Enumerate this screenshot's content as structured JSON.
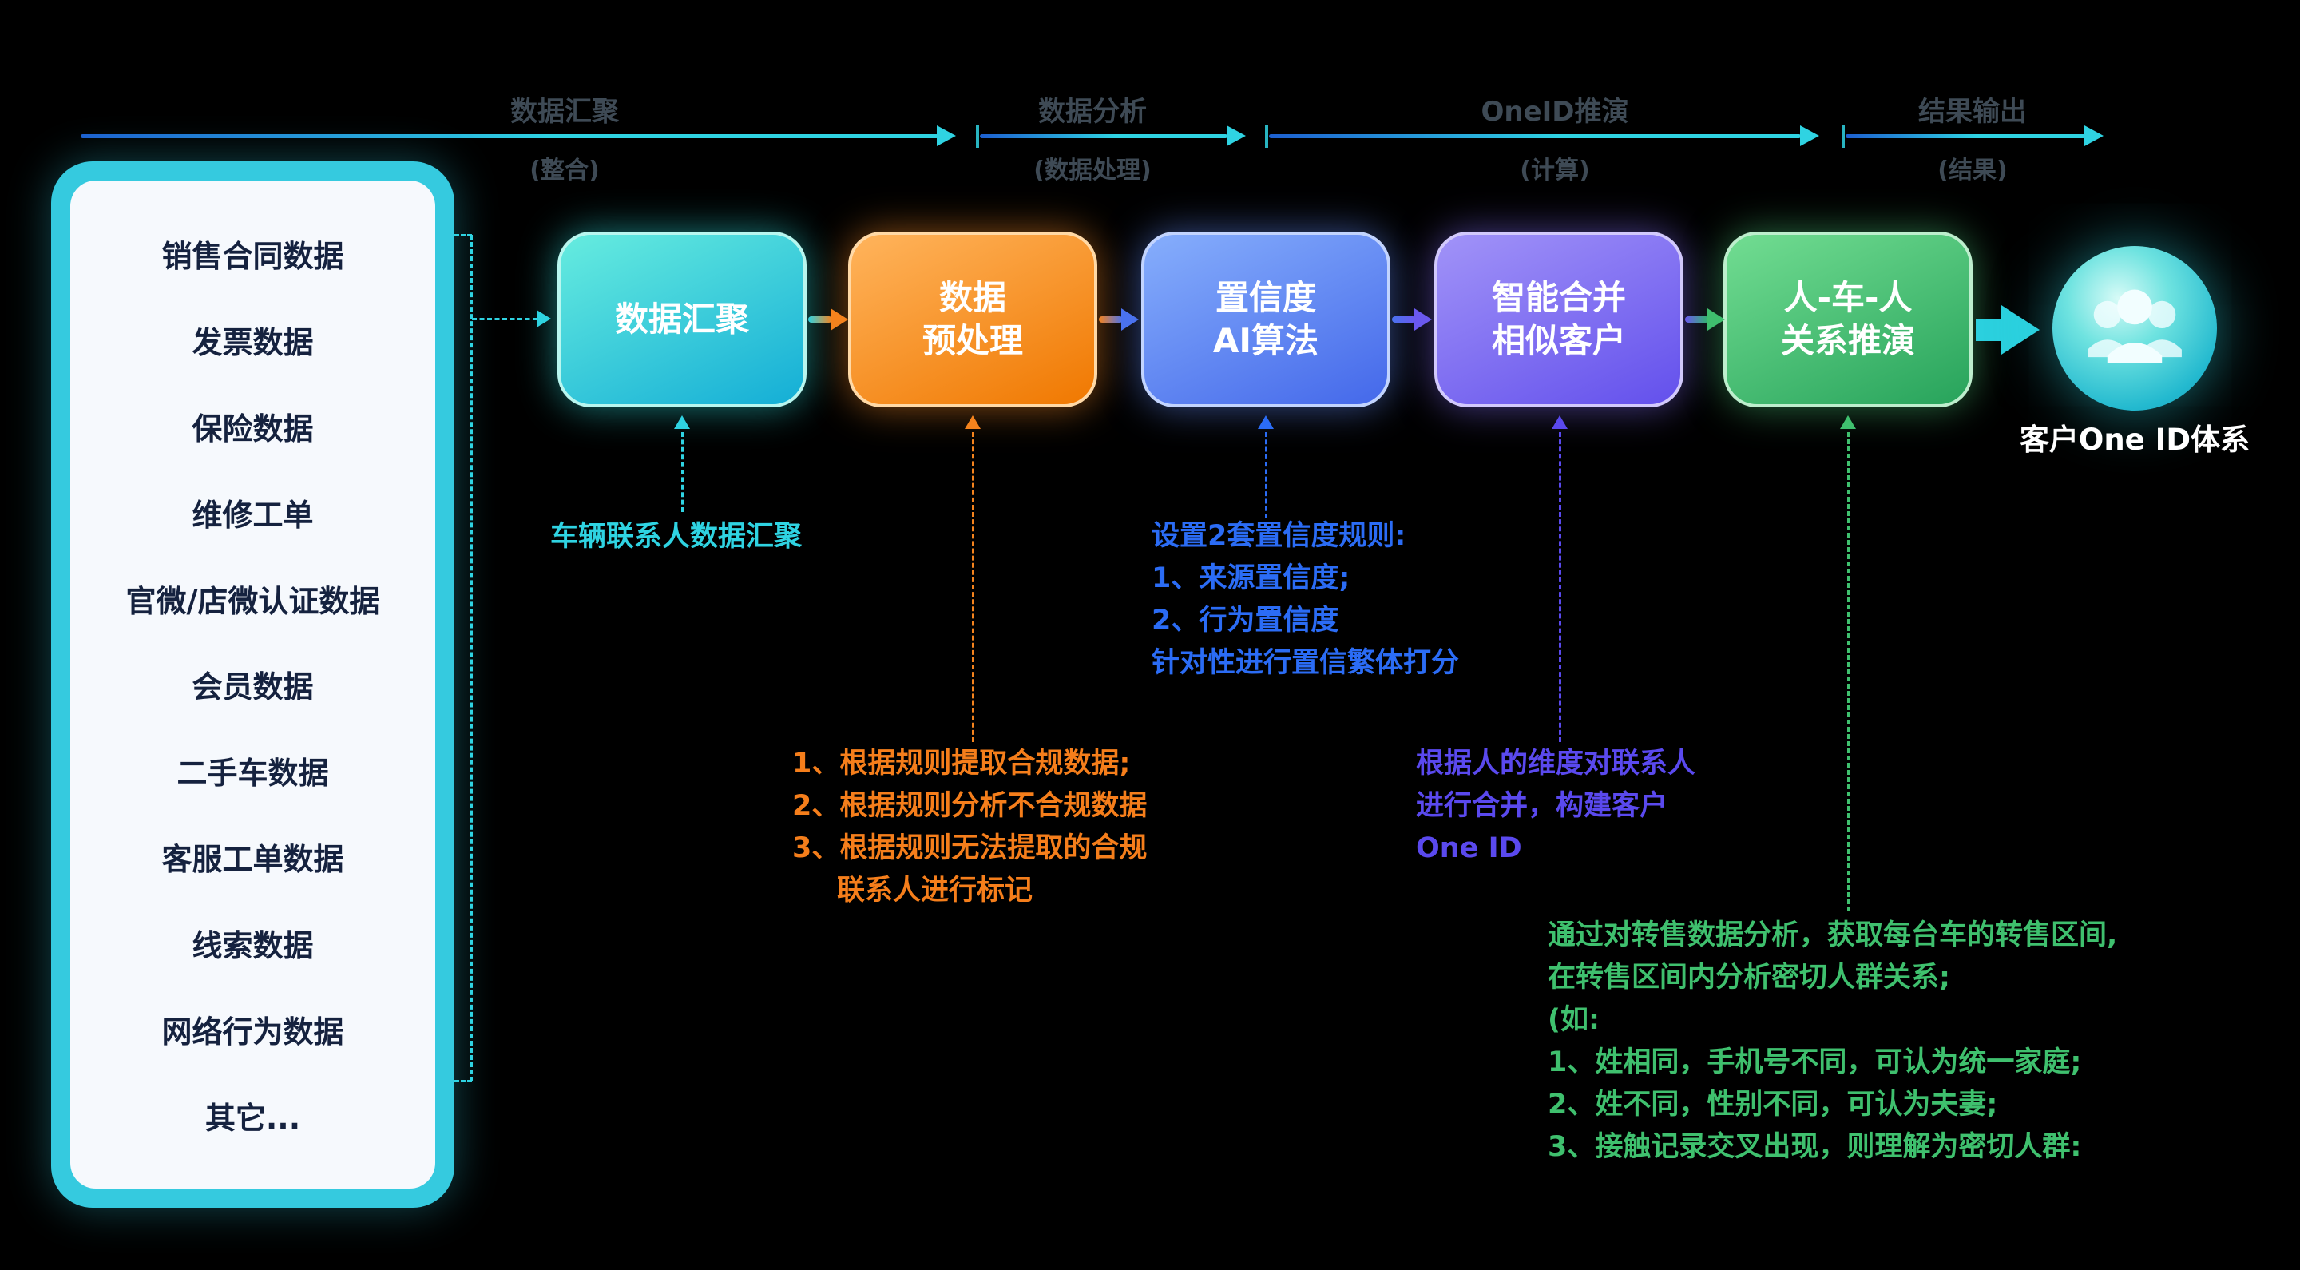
{
  "colors": {
    "background": "#000000",
    "cyan": "#2fd3e2",
    "orange": "#f5831d",
    "blue": "#2b6cf5",
    "purple": "#5a49ee",
    "green": "#3fc06e",
    "panel_border": "#35cadf",
    "panel_fill": "#f6f9fd"
  },
  "phases": [
    {
      "label": "数据汇聚",
      "sub": "(整合)"
    },
    {
      "label": "数据分析",
      "sub": "(数据处理)"
    },
    {
      "label": "OneID推演",
      "sub": "(计算)"
    },
    {
      "label": "结果输出",
      "sub": "(结果)"
    }
  ],
  "source_panel": {
    "items": [
      "销售合同数据",
      "发票数据",
      "保险数据",
      "维修工单",
      "官微/店微认证数据",
      "会员数据",
      "二手车数据",
      "客服工单数据",
      "线索数据",
      "网络行为数据",
      "其它..."
    ]
  },
  "pipeline": {
    "boxes": [
      {
        "line1": "数据汇聚",
        "line2": ""
      },
      {
        "line1": "数据",
        "line2": "预处理"
      },
      {
        "line1": "置信度",
        "line2": "AI算法"
      },
      {
        "line1": "智能合并",
        "line2": "相似客户"
      },
      {
        "line1": "人-车-人",
        "line2": "关系推演"
      }
    ]
  },
  "result": {
    "label": "客户One ID体系",
    "icon": "people-group-icon"
  },
  "notes": {
    "aggregation": {
      "lines": [
        "车辆联系人数据汇聚"
      ]
    },
    "preprocess": {
      "lines": [
        "1、根据规则提取合规数据;",
        "2、根据规则分析不合规数据",
        "3、根据规则无法提取的合规",
        "联系人进行标记"
      ]
    },
    "confidence": {
      "lines": [
        "设置2套置信度规则:",
        "1、来源置信度;",
        "2、行为置信度",
        "针对性进行置信繁体打分"
      ]
    },
    "merge": {
      "lines": [
        "根据人的维度对联系人",
        "进行合并，构建客户",
        "One ID"
      ]
    },
    "relation": {
      "lines": [
        "通过对转售数据分析，获取每台车的转售区间,",
        "在转售区间内分析密切人群关系;",
        "(如:",
        "1、姓相同，手机号不同，可认为统一家庭;",
        "2、姓不同，性别不同，可认为夫妻;",
        "3、接触记录交叉出现，则理解为密切人群:"
      ]
    }
  }
}
